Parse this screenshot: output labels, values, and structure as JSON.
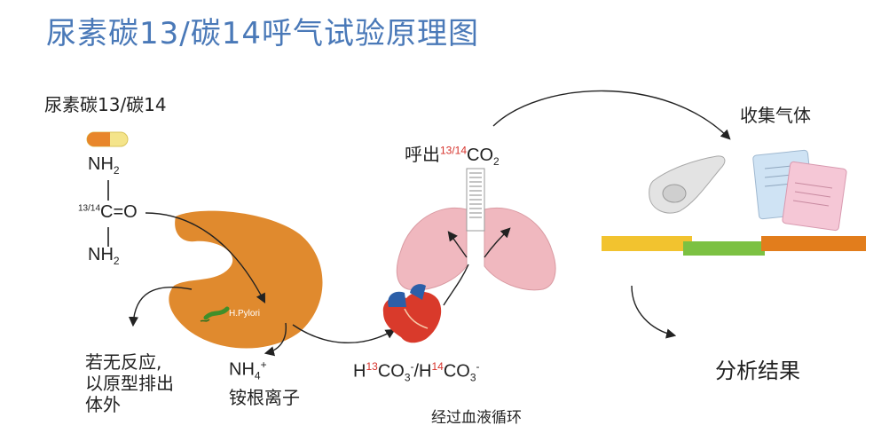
{
  "title": "尿素碳13/碳14呼气试验原理图",
  "capsule_label": "尿素碳13/碳14",
  "urea": {
    "top": "NH",
    "top_sub": "2",
    "isotope": "13/14",
    "core": "C=O",
    "bottom": "NH",
    "bottom_sub": "2"
  },
  "bacteria_label": "H.Pylori",
  "no_reaction_lines": [
    "若无反应,",
    "以原型排出",
    "体外"
  ],
  "ammonium": {
    "base": "NH",
    "sub": "4",
    "sup": "+",
    "name": "铵根离子"
  },
  "bicarbonate": {
    "h1": "H",
    "iso1": "13",
    "co1": "CO",
    "sub1": "3",
    "sup1": "-",
    "slash": "/H",
    "iso2": "14",
    "co2": "CO",
    "sub2": "3",
    "sup2": "-"
  },
  "circulation_label": "经过血液循环",
  "exhale": {
    "prefix": "呼出",
    "iso": "13/14",
    "co": "CO",
    "sub": "2"
  },
  "collect_label": "收集气体",
  "analysis_label": "分析结果",
  "colors": {
    "title": "#4a79b8",
    "stomach": "#e08a2e",
    "lung": "#f0b8bf",
    "heart_red": "#d93a2b",
    "heart_blue": "#2c5fa8",
    "bar_yellow": "#f2c32f",
    "bar_green": "#7cc142",
    "bar_orange": "#e27d1c",
    "isotope_red": "#d6312a"
  }
}
